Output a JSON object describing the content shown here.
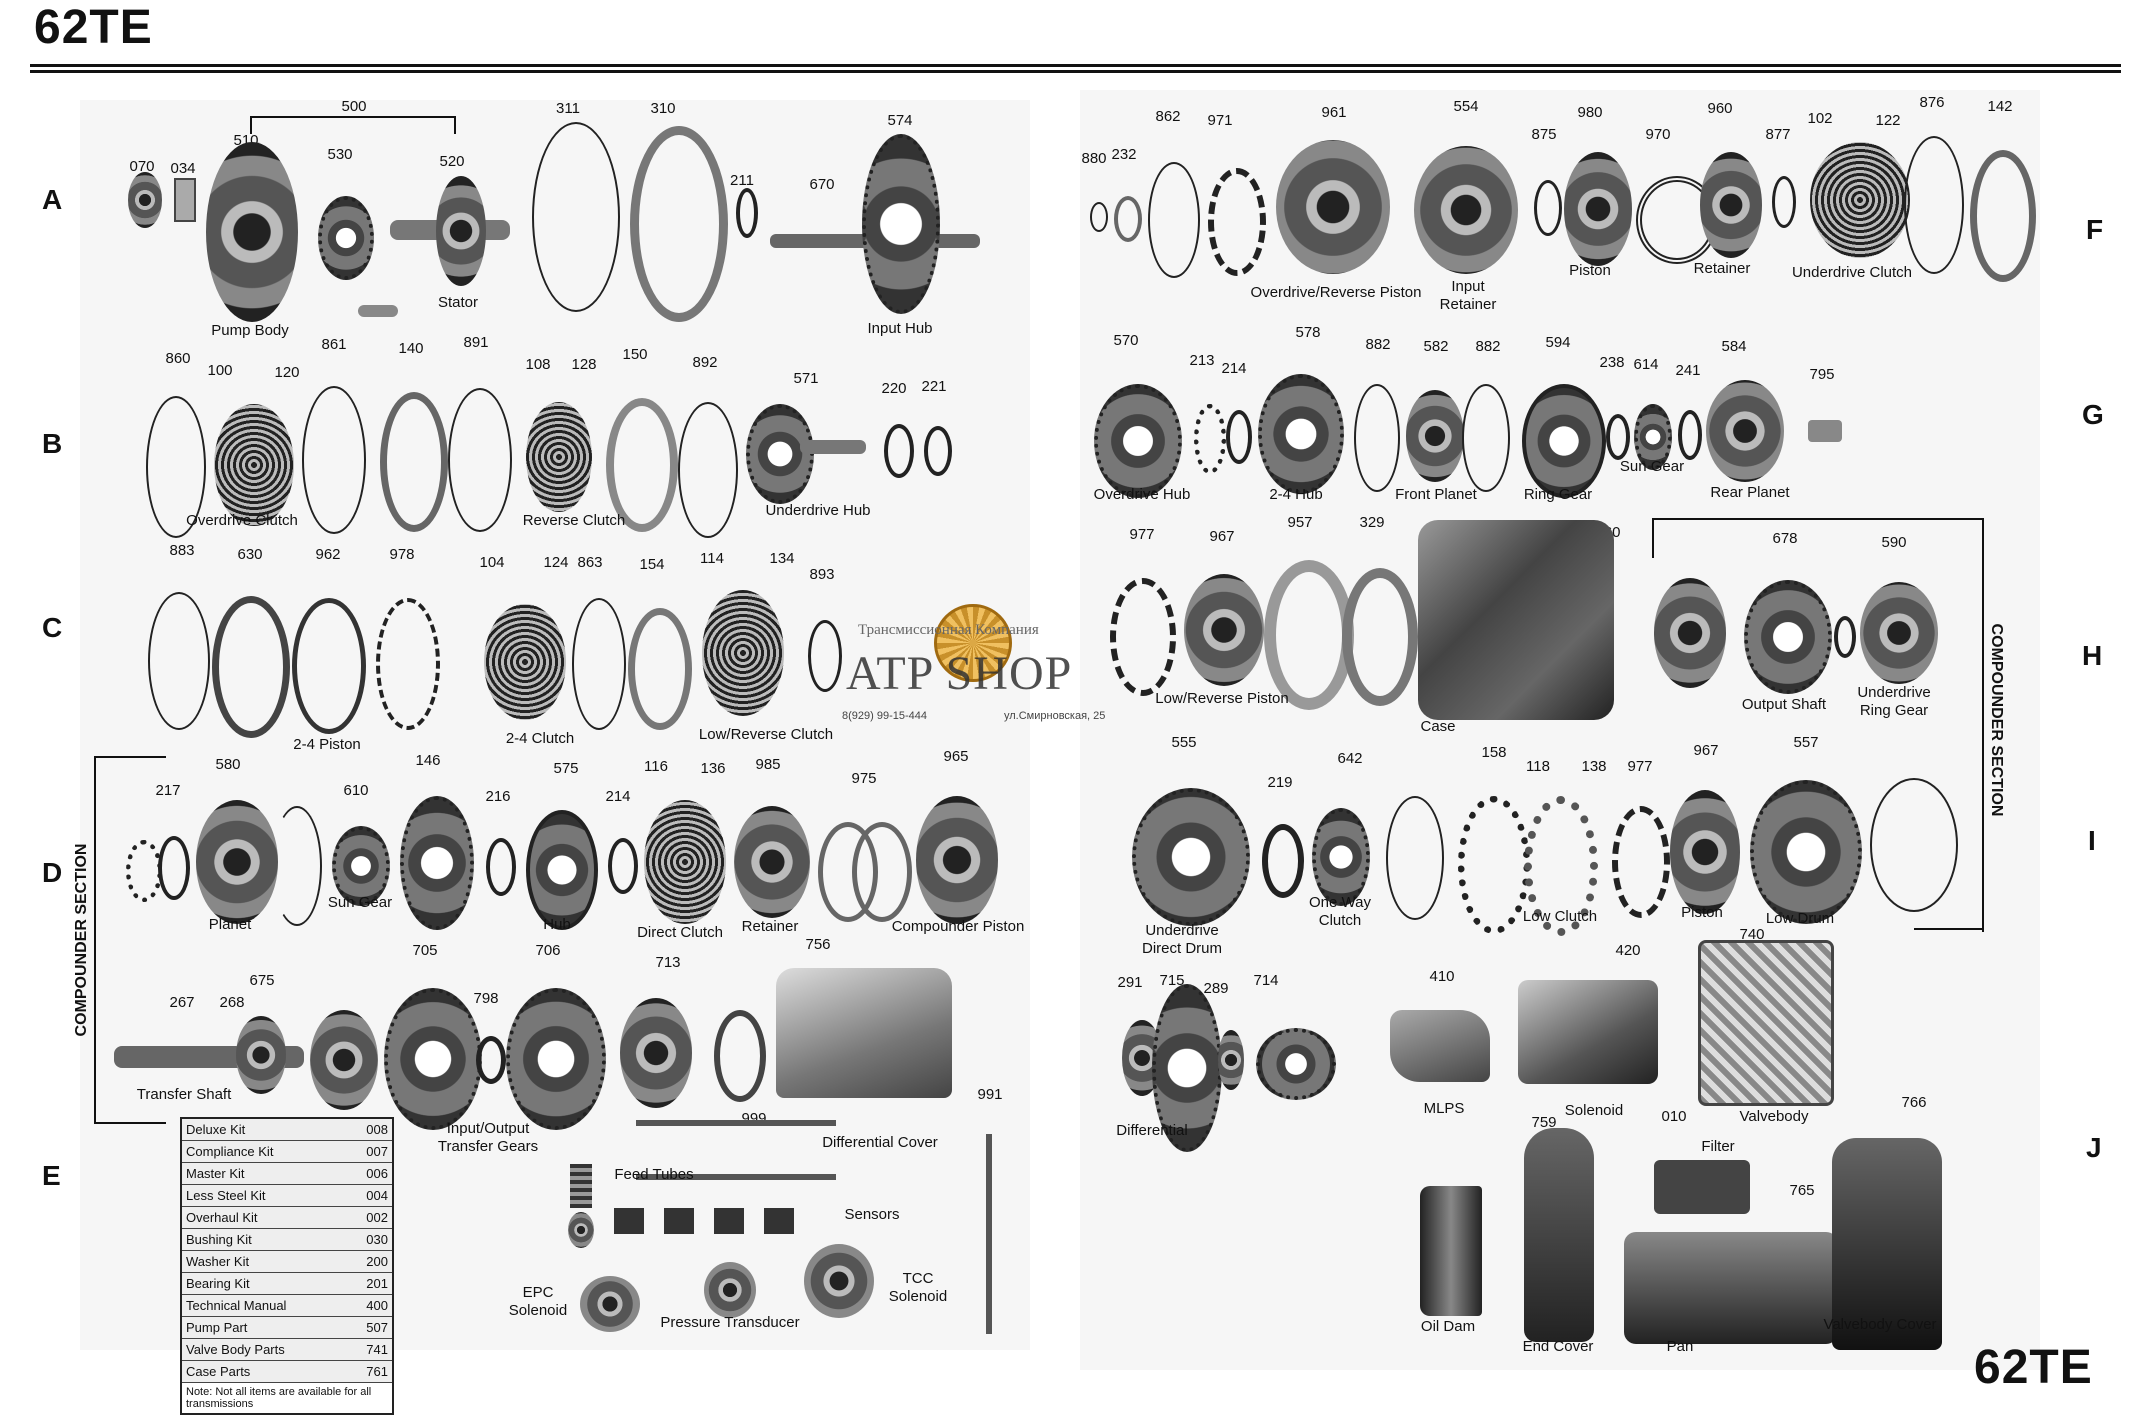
{
  "title": "62TE",
  "footer_title": "62TE",
  "rows": {
    "A": "A",
    "B": "B",
    "C": "C",
    "D": "D",
    "E": "E",
    "F": "F",
    "G": "G",
    "H": "H",
    "I": "I",
    "J": "J"
  },
  "brackets": {
    "left_section": "COMPOUNDER SECTION",
    "right_section": "COMPOUNDER SECTION"
  },
  "watermark": {
    "company": "Трансмиссионная Компания",
    "brand": "ATP SHOP",
    "phone": "8(929) 99-15-444",
    "address": "ул.Смирновская, 25"
  },
  "kits": {
    "rows": [
      {
        "name": "Deluxe Kit",
        "code": "008"
      },
      {
        "name": "Compliance Kit",
        "code": "007"
      },
      {
        "name": "Master Kit",
        "code": "006"
      },
      {
        "name": "Less Steel Kit",
        "code": "004"
      },
      {
        "name": "Overhaul Kit",
        "code": "002"
      },
      {
        "name": "Bushing Kit",
        "code": "030"
      },
      {
        "name": "Washer Kit",
        "code": "200"
      },
      {
        "name": "Bearing Kit",
        "code": "201"
      },
      {
        "name": "Technical Manual",
        "code": "400"
      },
      {
        "name": "Pump Part",
        "code": "507"
      },
      {
        "name": "Valve Body Parts",
        "code": "741"
      },
      {
        "name": "Case Parts",
        "code": "761"
      }
    ],
    "note": "Note: Not all items are available for all transmissions"
  },
  "numbers": {
    "n500": "500",
    "n510": "510",
    "n530": "530",
    "n520": "520",
    "n070": "070",
    "n034": "034",
    "n311": "311",
    "n310": "310",
    "n211": "211",
    "n670": "670",
    "n574": "574",
    "n860": "860",
    "n100": "100",
    "n120": "120",
    "n861": "861",
    "n140": "140",
    "n891": "891",
    "n108": "108",
    "n128": "128",
    "n150": "150",
    "n892": "892",
    "n571": "571",
    "n220": "220",
    "n221": "221",
    "n883": "883",
    "n630": "630",
    "n962": "962",
    "n978": "978",
    "n104": "104",
    "n124": "124",
    "n863": "863",
    "n154": "154",
    "n114": "114",
    "n134": "134",
    "n893": "893",
    "n580": "580",
    "n217": "217",
    "n610": "610",
    "n146": "146",
    "n216": "216",
    "n575": "575",
    "n214": "214",
    "n116": "116",
    "n136": "136",
    "n985": "985",
    "n975": "975",
    "n965": "965",
    "n705": "705",
    "n706": "706",
    "n675": "675",
    "n267": "267",
    "n268": "268",
    "n798": "798",
    "n713": "713",
    "n756": "756",
    "n999": "999",
    "n991": "991",
    "n862": "862",
    "n971": "971",
    "n961": "961",
    "n554": "554",
    "n880": "880",
    "n232": "232",
    "n875": "875",
    "n980": "980",
    "n970": "970",
    "n960": "960",
    "n877": "877",
    "n102": "102",
    "n122": "122",
    "n876": "876",
    "n142": "142",
    "n570": "570",
    "n213": "213",
    "n214b": "214",
    "n578": "578",
    "n882": "882",
    "n582": "582",
    "n882b": "882",
    "n594": "594",
    "n238": "238",
    "n614": "614",
    "n241": "241",
    "n584": "584",
    "n795": "795",
    "n977": "977",
    "n967": "967",
    "n957": "957",
    "n329": "329",
    "n760": "760",
    "n678": "678",
    "n590": "590",
    "n555": "555",
    "n219": "219",
    "n642": "642",
    "n158": "158",
    "n118": "118",
    "n138": "138",
    "n977b": "977",
    "n967b": "967",
    "n557": "557",
    "n291": "291",
    "n715": "715",
    "n289": "289",
    "n714": "714",
    "n410": "410",
    "n420": "420",
    "n740": "740",
    "n759": "759",
    "n010": "010",
    "n765": "765",
    "n766": "766"
  },
  "labels": {
    "pump_body": "Pump Body",
    "stator": "Stator",
    "input_hub": "Input Hub",
    "overdrive_clutch": "Overdrive Clutch",
    "reverse_clutch": "Reverse Clutch",
    "underdrive_hub": "Underdrive Hub",
    "piston_24": "2-4 Piston",
    "clutch_24": "2-4 Clutch",
    "low_reverse_clutch": "Low/Reverse Clutch",
    "planet": "Planet",
    "sun_gear_d": "Sun Gear",
    "hub": "Hub",
    "direct_clutch": "Direct Clutch",
    "retainer_d": "Retainer",
    "compounder_piston": "Compounder Piston",
    "transfer_shaft": "Transfer Shaft",
    "io_gears_1": "Input/Output",
    "io_gears_2": "Transfer Gears",
    "differential_cover": "Differential Cover",
    "feed_tubes": "Feed Tubes",
    "sensors": "Sensors",
    "epc_1": "EPC",
    "epc_2": "Solenoid",
    "pressure_transducer": "Pressure Transducer",
    "tcc_1": "TCC",
    "tcc_2": "Solenoid",
    "od_rev_piston": "Overdrive/Reverse Piston",
    "input_retainer_1": "Input",
    "input_retainer_2": "Retainer",
    "piston_f": "Piston",
    "retainer_f": "Retainer",
    "underdrive_clutch": "Underdrive Clutch",
    "overdrive_hub": "Overdrive Hub",
    "hub_24": "2-4 Hub",
    "front_planet": "Front Planet",
    "ring_gear": "Ring Gear",
    "sun_gear_g": "Sun Gear",
    "rear_planet": "Rear Planet",
    "low_rev_piston": "Low/Reverse Piston",
    "case": "Case",
    "output_shaft": "Output Shaft",
    "ud_ring_gear_1": "Underdrive",
    "ud_ring_gear_2": "Ring Gear",
    "ud_direct_drum_1": "Underdrive",
    "ud_direct_drum_2": "Direct Drum",
    "one_way_1": "One Way",
    "one_way_2": "Clutch",
    "low_clutch": "Low Clutch",
    "piston_i": "Piston",
    "low_drum": "Low Drum",
    "differential": "Differential",
    "mlps": "MLPS",
    "solenoid_j": "Solenoid",
    "valvebody": "Valvebody",
    "filter": "Filter",
    "oil_dam": "Oil Dam",
    "end_cover": "End Cover",
    "pan": "Pan",
    "valvebody_cover": "Valvebody Cover"
  }
}
